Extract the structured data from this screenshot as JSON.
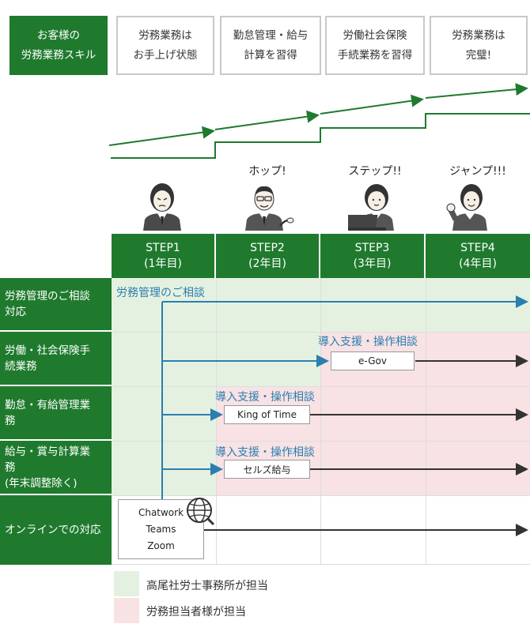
{
  "header": {
    "customer_skill": [
      "お客様の",
      "労務業務スキル"
    ],
    "stages": [
      [
        "労務業務は",
        "お手上げ状態"
      ],
      [
        "勤怠管理・給与",
        "計算を習得"
      ],
      [
        "労働社会保険",
        "手続業務を習得"
      ],
      [
        "労務業務は",
        "完璧!"
      ]
    ]
  },
  "step_words": [
    "ホップ!",
    "ステップ!!",
    "ジャンプ!!!"
  ],
  "steps": [
    {
      "label": "STEP1",
      "sub": "(1年目)"
    },
    {
      "label": "STEP2",
      "sub": "(2年目)"
    },
    {
      "label": "STEP3",
      "sub": "(3年目)"
    },
    {
      "label": "STEP4",
      "sub": "(4年目)"
    }
  ],
  "rows": [
    {
      "label": [
        "労務管理のご相談",
        "対応"
      ]
    },
    {
      "label": [
        "労働・社会保険手",
        "続業務"
      ]
    },
    {
      "label": [
        "勤怠・有給管理業",
        "務"
      ]
    },
    {
      "label": [
        "給与・賞与計算業",
        "務",
        "(年末調整除く)"
      ]
    },
    {
      "label": [
        "オンラインでの対応"
      ]
    }
  ],
  "annotations": {
    "consult": "労務管理のご相談",
    "support1": "導入支援・操作相談",
    "support2": "導入支援・操作相談",
    "support3": "導入支援・操作相談"
  },
  "tools": {
    "egov": "e-Gov",
    "kingoftime": "King of Time",
    "cells": "セルズ給与",
    "online": [
      "Chatwork",
      "Teams",
      "Zoom"
    ]
  },
  "legend": [
    {
      "label": "高尾社労士事務所が担当",
      "color": "#e5f1e0"
    },
    {
      "label": "労務担当者様が担当",
      "color": "#f8e2e4"
    }
  ],
  "colors": {
    "green": "#1f7a2e",
    "blue": "#2a7fb0",
    "light_green": "#e5f1e0",
    "pink": "#f8e2e4"
  },
  "icons": [
    "person-worried-icon",
    "person-glasses-icon",
    "person-laptop-icon",
    "person-cheer-icon",
    "globe-icon"
  ]
}
